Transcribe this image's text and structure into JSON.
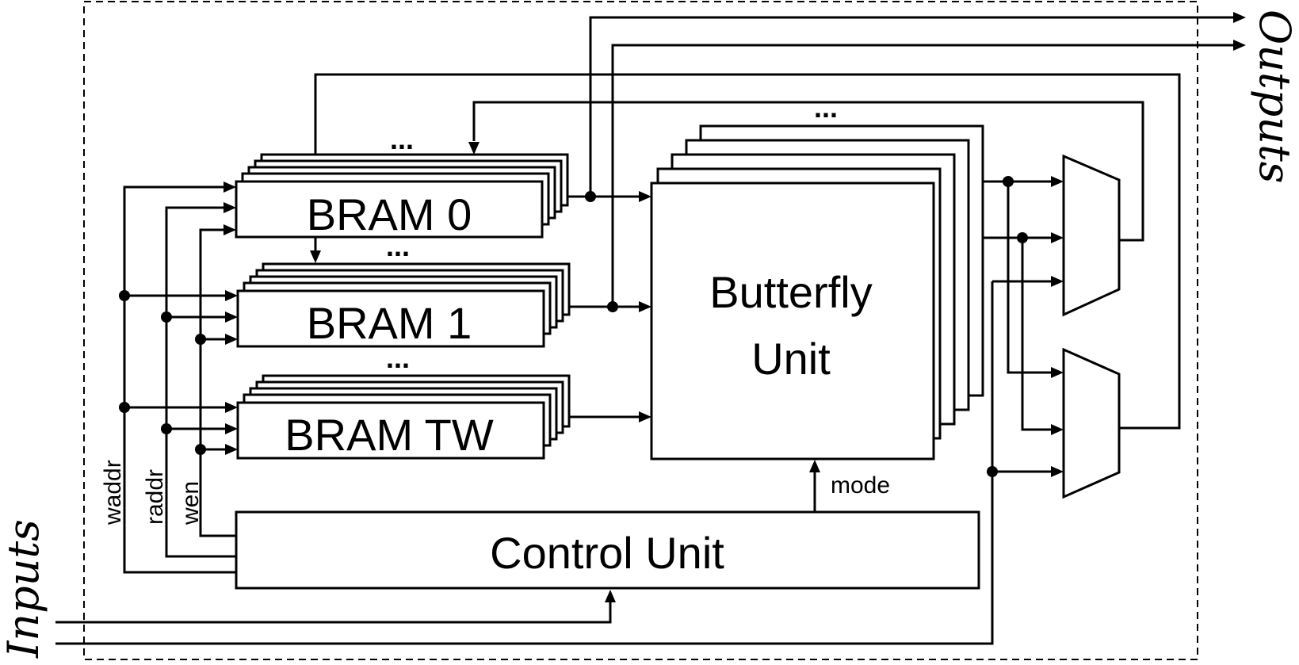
{
  "diagram": {
    "blocks": {
      "bram0": "BRAM 0",
      "bram1": "BRAM 1",
      "bramtw": "BRAM TW",
      "butterfly_line1": "Butterfly",
      "butterfly_line2": "Unit",
      "control": "Control Unit"
    },
    "signals": {
      "waddr": "waddr",
      "raddr": "raddr",
      "wen": "wen",
      "mode": "mode"
    },
    "ports": {
      "inputs": "Inputs",
      "outputs": "Outputs"
    },
    "ellipsis": "..."
  }
}
